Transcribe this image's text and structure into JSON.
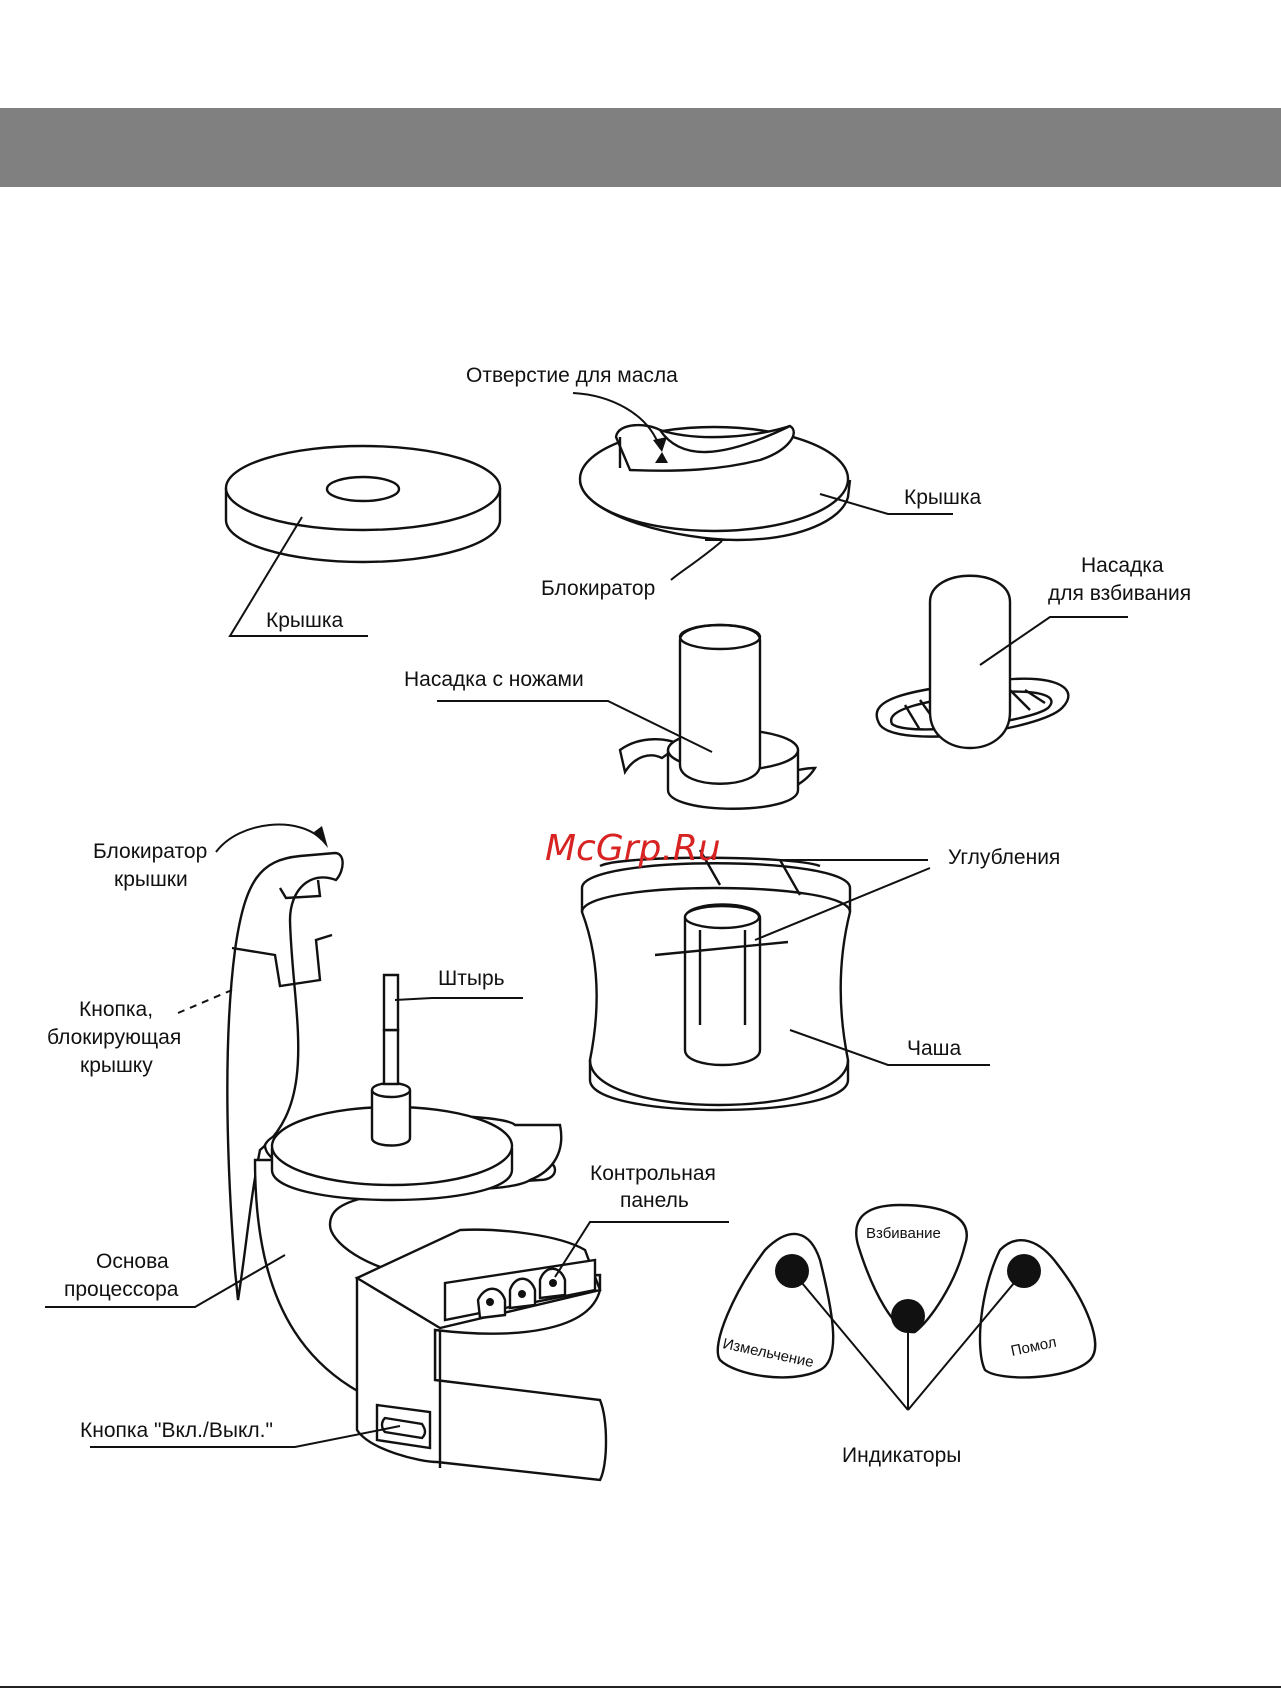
{
  "labels": {
    "oil_hole": "Отверстие для масла",
    "lid_disc": "Крышка",
    "lid_top": "Крышка",
    "blocker": "Блокиратор",
    "whisk_attachment_line1": "Насадка",
    "whisk_attachment_line2": "для взбивания",
    "blade_attachment": "Насадка с ножами",
    "lid_lock_line1": "Блокиратор",
    "lid_lock_line2": "крышки",
    "recesses": "Углубления",
    "pin": "Штырь",
    "lock_button_line1": "Кнопка,",
    "lock_button_line2": "блокирующая",
    "lock_button_line3": "крышку",
    "bowl": "Чаша",
    "control_panel_line1": "Контрольная",
    "control_panel_line2": "панель",
    "base_line1": "Основа",
    "base_line2": "процессора",
    "power_button": "Кнопка \"Вкл./Выкл.\"",
    "indicators": "Индикаторы",
    "mode_whip": "Взбивание",
    "mode_chop": "Измельчение",
    "mode_grind": "Помол"
  },
  "watermark": "McGrp.Ru",
  "colors": {
    "header_band": "#808080",
    "watermark": "#d82323",
    "ink": "#111111"
  }
}
